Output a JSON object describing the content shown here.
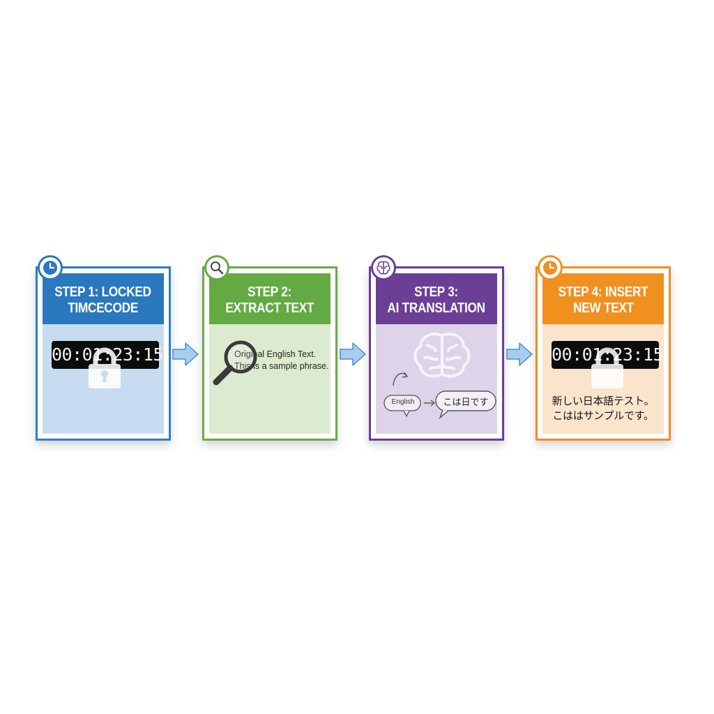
{
  "steps": [
    {
      "title_line1": "STEP 1: LOCKED",
      "title_line2": "TIMCECODE",
      "color": "#2a78bd",
      "badge_icon": "clock-icon",
      "timecode": "00:01:23:15",
      "overlay_icon": "lock-icon"
    },
    {
      "title_line1": "STEP 2:",
      "title_line2": "EXTRACT TEXT",
      "color": "#64aa43",
      "badge_icon": "magnifier-icon",
      "text_line1": "Original English Text.",
      "text_line2": "This is a sample phrase.",
      "overlay_icon": "magnifier-icon"
    },
    {
      "title_line1": "STEP 3:",
      "title_line2": "AI TRANSLATION",
      "color": "#6b3f95",
      "badge_icon": "brain-icon",
      "source_label": "English",
      "target_label": "こは日です",
      "overlay_icon": "brain-icon"
    },
    {
      "title_line1": "STEP 4: INSERT",
      "title_line2": "NEW TEXT",
      "color": "#f0901f",
      "badge_icon": "clock-icon",
      "timecode": "00:01:23:15",
      "jp_line1": "新しい日本語テスト。",
      "jp_line2": "こははサンプルです。",
      "overlay_icon": "lock-icon"
    }
  ],
  "arrow_color": "#a9cdef"
}
